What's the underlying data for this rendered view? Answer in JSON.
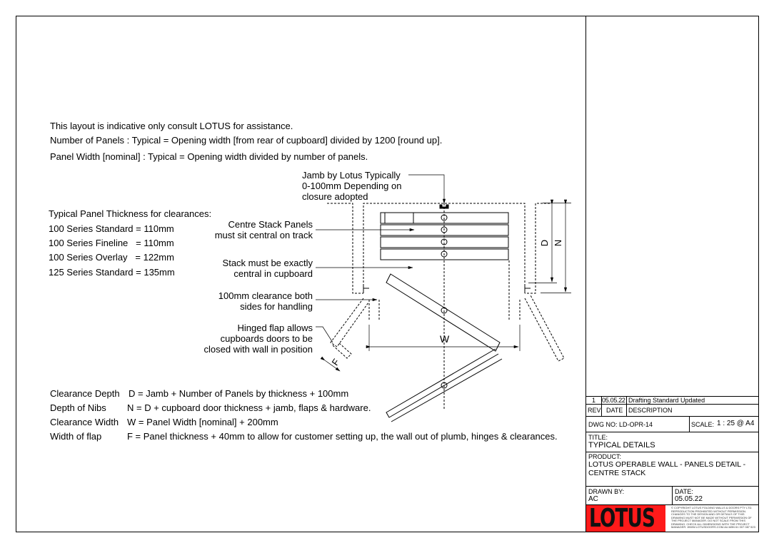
{
  "notes": {
    "line1": "This layout is indicative only consult LOTUS for assistance.",
    "line2": "Number of Panels : Typical = Opening width [from rear of cupboard] divided by 1200 [round up].",
    "line3": "Panel Width [nominal] : Typical = Opening width divided by number of panels."
  },
  "thickness": {
    "heading": "Typical Panel Thickness for clearances:",
    "items": [
      "100 Series Standard = 110mm",
      "100 Series Fineline   = 110mm",
      "100 Series Overlay   = 122mm",
      "125 Series Standard = 135mm"
    ]
  },
  "callouts": {
    "jamb": [
      "Jamb by Lotus Typically",
      "0-100mm Depending on",
      "closure adopted"
    ],
    "centre": [
      "Centre Stack Panels",
      "must sit central on track"
    ],
    "stack": [
      "Stack must be exactly",
      "central in cupboard"
    ],
    "clearance": [
      "100mm clearance both",
      "sides for handling"
    ],
    "flap": [
      "Hinged flap allows",
      "cupboards doors to be",
      "closed with wall in position"
    ]
  },
  "dimensions": {
    "D": "D",
    "N": "N",
    "W": "W",
    "F": "F"
  },
  "formulas": [
    {
      "label": "Clearance Depth",
      "text": "D = Jamb + Number of Panels by thickness + 100mm"
    },
    {
      "label": "Depth of Nibs",
      "text": "N = D + cupboard door thickness + jamb, flaps & hardware."
    },
    {
      "label": "Clearance Width",
      "text": "W = Panel Width [nominal] + 200mm"
    },
    {
      "label": "Width of flap",
      "text": "F = Panel thickness + 40mm to allow for customer setting up, the wall out of plumb, hinges & clearances."
    }
  ],
  "title_block": {
    "rev": "1",
    "rev_date": "05.05.22",
    "rev_desc": "Drafting Standard Updated",
    "h_rev": "REV",
    "h_date": "DATE",
    "h_desc": "DESCRIPTION",
    "dwg_no": "DWG NO:  LD-OPR-14",
    "scale_label": "SCALE:",
    "scale": "1 : 25 @ A4",
    "title_label": "TITLE:",
    "title": "TYPICAL DETAILS",
    "product_label": "PRODUCT:",
    "product1": "LOTUS OPERABLE WALL - PANELS DETAIL -",
    "product2": "CENTRE STACK",
    "drawn_label": "DRAWN BY:",
    "drawn": "AC",
    "date_label": "DATE:",
    "date": "05.05.22",
    "logo": "LOTUS",
    "copyright": "© COPYRIGHT LOTUS FOLDING WALLS & DOORS PTY LTD. REPRODUCTION PROHIBITED WITHOUT PERMISSION. CHANGES TO THE DESIGN AND OR DETAILS OF THIS DRAWING MUST NOT BE MADE WITHOUT PERMISSION OF THE PROJECT MANAGER. DO NOT SCALE FROM THIS DRAWING. CHECK ALL DIMENSIONS WITH THE PROJECT MANAGER. WWW.LOTUSDOORS.COM.AU   ABN 61 007 087 523",
    "logo_color": "#ff1a1a"
  }
}
